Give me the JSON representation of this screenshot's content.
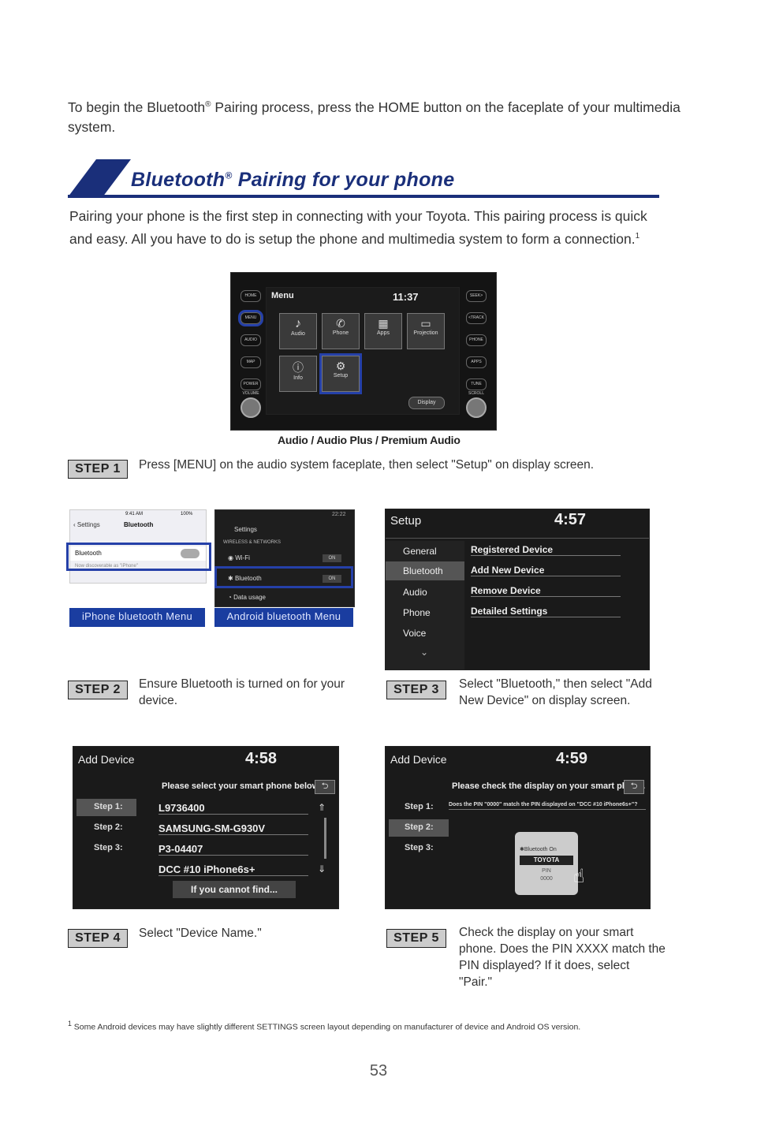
{
  "intro": {
    "text_a": "To begin the Bluetooth",
    "reg": "®",
    "text_b": " Pairing process, press the HOME button on the faceplate of your multimedia system."
  },
  "section": {
    "title_a": "Bluetooth",
    "reg": "®",
    "title_b": " Pairing for your phone",
    "paragraph": "Pairing your phone is the first step in connecting with your Toyota. This pairing process is quick and easy. All you have to do is setup the phone and multimedia system to form a connection.",
    "footnote_mark": "1"
  },
  "head_unit": {
    "side_left": [
      "HOME",
      "MENU",
      "AUDIO",
      "MAP",
      "POWER VOLUME"
    ],
    "side_right": [
      "SEEK>",
      "<TRACK",
      "PHONE",
      "APPS",
      "TUNE SCROLL"
    ],
    "menu_title": "Menu",
    "time": "11:37",
    "tiles": [
      "Audio",
      "Phone",
      "Apps",
      "Projection",
      "Info",
      "Setup"
    ],
    "display_btn": "Display",
    "caption": "Audio / Audio Plus / Premium Audio"
  },
  "steps": {
    "s1_label": "STEP 1",
    "s1_text": "Press [MENU] on the audio system faceplate, then select \"Setup\" on display screen.",
    "s2_label": "STEP 2",
    "s2_text": "Ensure Bluetooth is turned on for your device.",
    "s3_label": "STEP 3",
    "s3_text": "Select \"Bluetooth,\" then select \"Add New Device\" on display screen.",
    "s4_label": "STEP 4",
    "s4_text": "Select \"Device Name.\"",
    "s5_label": "STEP 5",
    "s5_text": "Check the display on your smart phone. Does the PIN XXXX match the PIN displayed? If it does, select \"Pair.\""
  },
  "iphone": {
    "status_time": "9:41 AM",
    "status_batt": "100%",
    "back": "Settings",
    "title": "Bluetooth",
    "row": "Bluetooth",
    "sub": "Now discoverable as \"iPhone\"",
    "label": "iPhone bluetooth Menu"
  },
  "android": {
    "time": "22:22",
    "title": "Settings",
    "section": "WIRELESS & NETWORKS",
    "wifi": "Wi-Fi",
    "wifi_state": "ON",
    "bt": "Bluetooth",
    "bt_state": "ON",
    "data": "Data usage",
    "label": "Android bluetooth Menu"
  },
  "setup_screen": {
    "title": "Setup",
    "time": "4:57",
    "left": [
      "General",
      "Bluetooth",
      "Audio",
      "Phone",
      "Voice"
    ],
    "right": [
      "Registered Device",
      "Add New Device",
      "Remove Device",
      "Detailed Settings"
    ]
  },
  "add_device_1": {
    "title": "Add Device",
    "time": "4:58",
    "steps": [
      "Step 1:",
      "Step 2:",
      "Step 3:"
    ],
    "prompt": "Please select your smart phone below.",
    "devices": [
      "L9736400",
      "SAMSUNG-SM-G930V",
      "P3-04407",
      "DCC #10 iPhone6s+"
    ],
    "cannot_find": "If you cannot find..."
  },
  "add_device_2": {
    "title": "Add Device",
    "time": "4:59",
    "steps": [
      "Step 1:",
      "Step 2:",
      "Step 3:"
    ],
    "prompt": "Please check the display on your smart phone.",
    "question": "Does the PIN \"0000\" match the PIN displayed on \"DCC #10 iPhone6s+\"?",
    "phone_bt": "Bluetooth",
    "phone_on": "On",
    "phone_name": "TOYOTA",
    "phone_pin_label": "PIN",
    "phone_pin": "0000"
  },
  "footnote": {
    "mark": "1",
    "text": " Some Android devices may have slightly different SETTINGS screen layout depending on manufacturer of device and Android OS version."
  },
  "page_number": "53",
  "colors": {
    "brand": "#1a2f7a",
    "highlight": "#2540a8"
  }
}
